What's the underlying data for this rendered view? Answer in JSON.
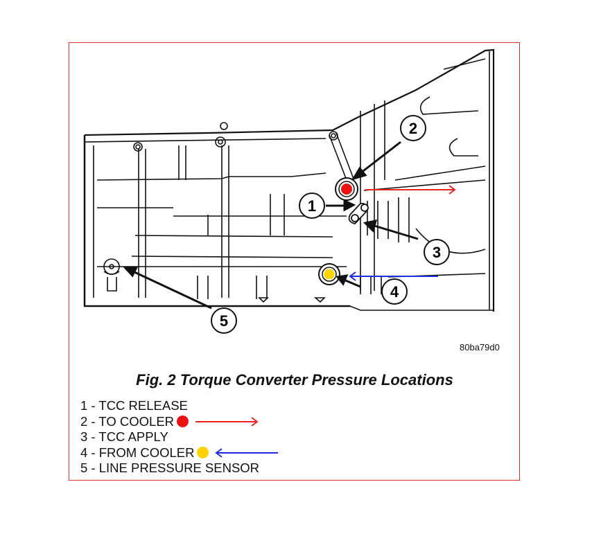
{
  "figure": {
    "code": "80ba79d0",
    "title": "Fig. 2 Torque Converter Pressure Locations",
    "callouts": [
      {
        "number": "1",
        "label": "TCC RELEASE"
      },
      {
        "number": "2",
        "label": "TO COOLER"
      },
      {
        "number": "3",
        "label": "TCC APPLY"
      },
      {
        "number": "4",
        "label": "FROM COOLER"
      },
      {
        "number": "5",
        "label": "LINE PRESSURE SENSOR"
      }
    ],
    "legend": [
      {
        "text": "1 - TCC RELEASE"
      },
      {
        "text": "2 - TO COOLER",
        "marker": "red-dot",
        "arrow": "right"
      },
      {
        "text": "3 - TCC APPLY"
      },
      {
        "text": "4 - FROM COOLER",
        "marker": "yellow-dot",
        "arrow": "left"
      },
      {
        "text": "5 - LINE PRESSURE SENSOR"
      }
    ]
  },
  "colors": {
    "to_cooler": "#ee1111",
    "from_cooler": "#ffd400",
    "to_cooler_arrow": "#ee2222",
    "from_cooler_arrow": "#1a2ee0",
    "frame_border": "#e03030"
  }
}
